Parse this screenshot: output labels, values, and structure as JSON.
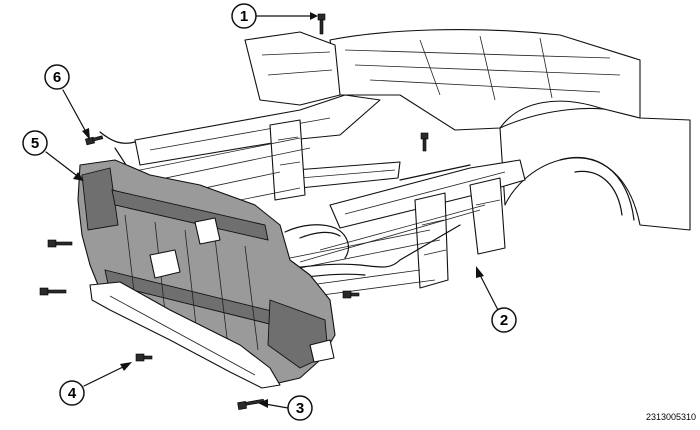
{
  "figure_id": "2313005310",
  "callouts": [
    {
      "label": "1"
    },
    {
      "label": "2"
    },
    {
      "label": "3"
    },
    {
      "label": "4"
    },
    {
      "label": "5"
    },
    {
      "label": "6"
    }
  ]
}
